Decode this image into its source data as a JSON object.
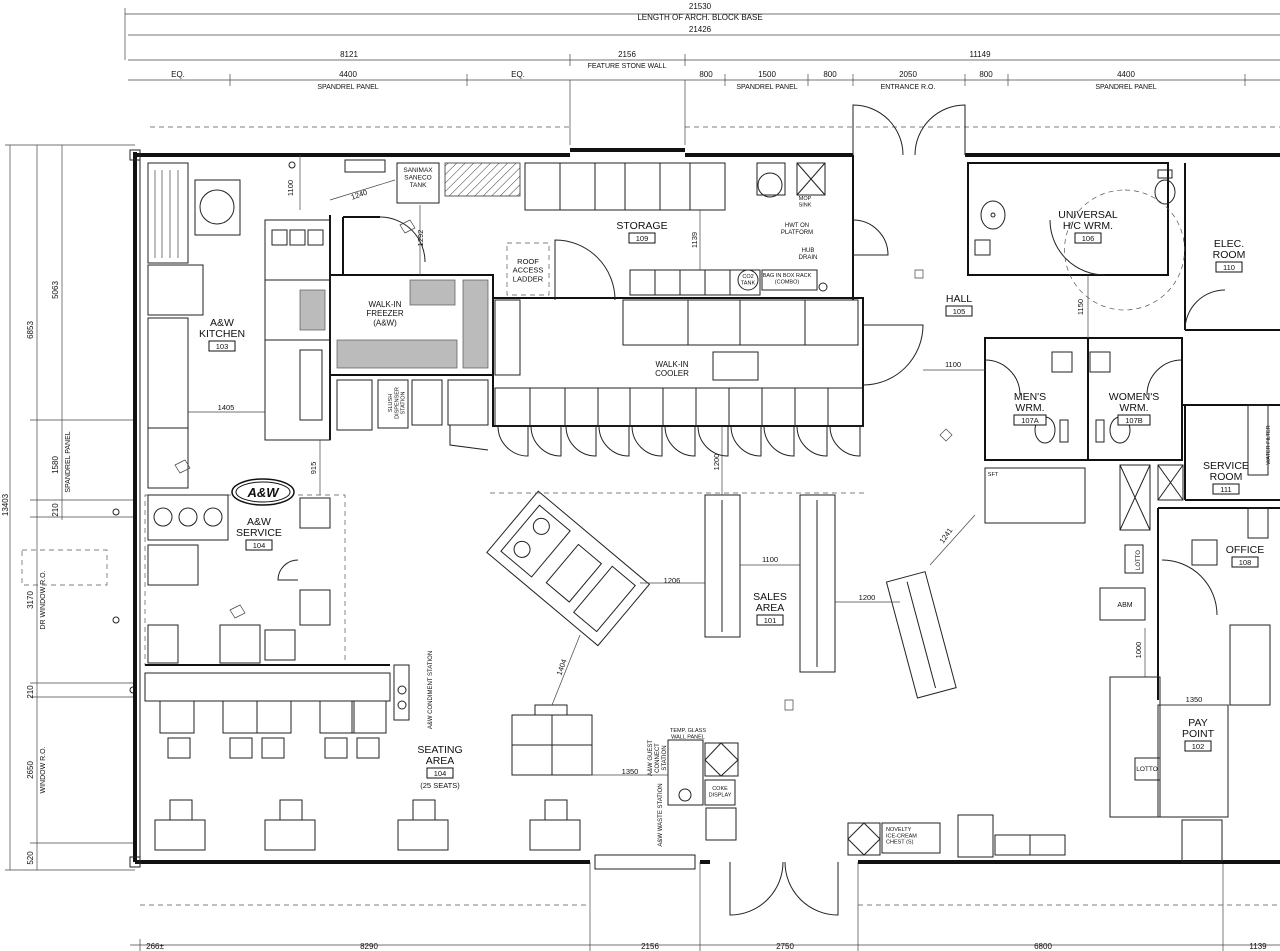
{
  "dimensions": {
    "overall": "21530",
    "overall_label": "LENGTH OF ARCH. BLOCK BASE",
    "inner": "21426",
    "seg_top": [
      "8121",
      "2156",
      "11149"
    ],
    "feature_stone": "FEATURE STONE WALL",
    "sub": [
      "EQ.",
      "4400",
      "EQ.",
      "800",
      "1500",
      "800",
      "2050",
      "800",
      "4400"
    ],
    "spandrel": "SPANDREL PANEL",
    "entrance": "ENTRANCE R.O.",
    "left": [
      "5063",
      "6853",
      "13403",
      "1580",
      "210",
      "3170",
      "210",
      "2650",
      "520"
    ],
    "left_labels": [
      "SPANDREL PANEL",
      "DR WINDOW R.O.",
      "WINDOW R.O."
    ],
    "bottom": [
      "266±",
      "8290",
      "2156",
      "2750",
      "6800",
      "1139"
    ],
    "interior": [
      "1100",
      "1240",
      "1292",
      "1139",
      "1150",
      "1100",
      "1405",
      "915",
      "1200",
      "1100",
      "1206",
      "1200",
      "1241",
      "1404",
      "1350",
      "1000",
      "1350"
    ]
  },
  "rooms": [
    {
      "name": "A&W\nKITCHEN",
      "num": "103"
    },
    {
      "name": "STORAGE",
      "num": "109"
    },
    {
      "name": "UNIVERSAL\nH/C WRM.",
      "num": "106"
    },
    {
      "name": "ELEC.\nROOM",
      "num": "110"
    },
    {
      "name": "HALL",
      "num": "105"
    },
    {
      "name": "MEN'S\nWRM.",
      "num": "107A"
    },
    {
      "name": "WOMEN'S\nWRM.",
      "num": "107B"
    },
    {
      "name": "SERVICE\nROOM",
      "num": "111"
    },
    {
      "name": "A&W\nSERVICE",
      "num": "104"
    },
    {
      "name": "OFFICE",
      "num": "108"
    },
    {
      "name": "SALES\nAREA",
      "num": "101"
    },
    {
      "name": "SEATING\nAREA",
      "num": "104"
    },
    {
      "name": "PAY\nPOINT",
      "num": "102"
    }
  ],
  "seating_note": "(25 SEATS)",
  "labels": {
    "freezer": "WALK-IN\nFREEZER\n(A&W)",
    "cooler": "WALK-IN\nCOOLER",
    "saniwax": "SANIMAX\nSANECO\nTANK",
    "roof_ladder": "ROOF\nACCESS\nLADDER",
    "hwt": "HWT ON\nPLATFORM",
    "mop_sink": "MOP\nSINK",
    "hub_drain": "HUB\nDRAIN",
    "co2": "CO2\nTANK",
    "bag_rack": "BAG IN BOX RACK\n(COMBO)",
    "slush": "SLUSH\nDISPENSER\nSTATION",
    "condiment": "A&W CONDIMENT STATION",
    "guest": "A&W GUEST\nCONNECT\nSTATION",
    "temp_glass": "TEMP. GLASS\nWALL PANEL",
    "coke": "COKE\nDISPLAY",
    "waste": "A&W WASTE STATION",
    "novelty": "NOVELTY\nICE-CREAM\nCHEST (S)",
    "lotto1": "LOTTO",
    "lotto2": "LOTTO",
    "abm": "ABM",
    "water_filter": "WATER FILTER",
    "sft": "SFT",
    "aw_logo": "A&W"
  },
  "icons": [
    "aw-logo-icon",
    "door-swing-icon",
    "toilet-icon",
    "sink-icon",
    "camera-icon"
  ]
}
